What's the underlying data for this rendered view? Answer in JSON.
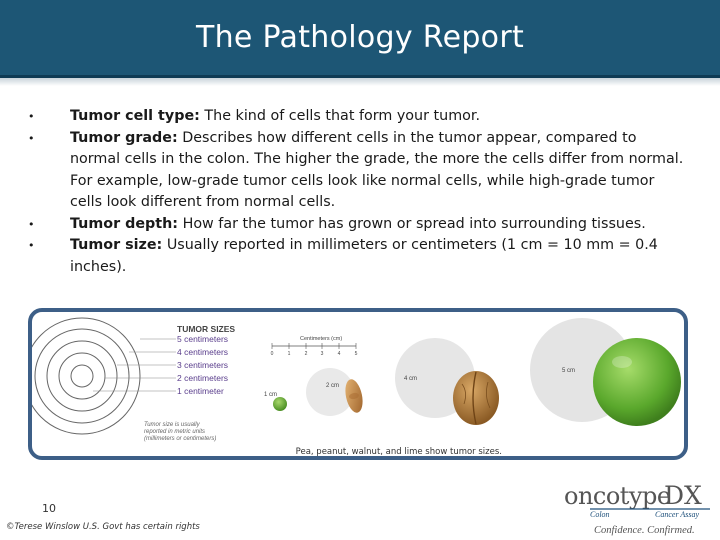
{
  "title": "The Pathology Report",
  "bullets": [
    {
      "term": "Tumor cell type:",
      "text": "The kind of cells that form your tumor."
    },
    {
      "term": "Tumor grade:",
      "text": "Describes how different cells in the tumor appear, compared to normal cells in the colon. The higher the grade, the more the cells differ from normal. For example, low-grade tumor cells look like normal cells, while high-grade tumor cells look different from normal cells."
    },
    {
      "term": "Tumor depth:",
      "text": "How far the tumor has grown or spread into surrounding tissues."
    },
    {
      "term": "Tumor size:",
      "text": "Usually reported in millimeters or centimeters (1 cm = 10 mm = 0.4 inches)."
    }
  ],
  "bullet_glyph": "•",
  "figure": {
    "heading": "TUMOR SIZES",
    "rings": [
      "5 centimeters",
      "4 centimeters",
      "3 centimeters",
      "2 centimeters",
      "1 centimeter"
    ],
    "note": [
      "Tumor size is usually",
      "reported in metric units",
      "(millimeters or centimeters)"
    ],
    "ruler_label": "Centimeters (cm)",
    "ruler_ticks": [
      "0",
      "1",
      "2",
      "3",
      "4",
      "5"
    ],
    "items": [
      {
        "label": "1 cm",
        "object": "pea"
      },
      {
        "label": "2 cm",
        "object": "peanut"
      },
      {
        "label": "4 cm",
        "object": "walnut"
      },
      {
        "label": "5 cm",
        "object": "lime"
      }
    ],
    "caption": "Pea, peanut, walnut, and lime show tumor sizes."
  },
  "slide_number": "10",
  "copyright": "©Terese Winslow U.S. Govt has certain rights",
  "logo": {
    "brand_left": "oncotype",
    "brand_right": "DX",
    "line2_left": "Colon",
    "line2_right": "Cancer Assay",
    "tagline": "Confidence. Confirmed."
  },
  "colors": {
    "title_bar": "#1d5675",
    "frame": "#3d5f87",
    "lime": "#6db83a",
    "walnut": "#b07a3a"
  }
}
